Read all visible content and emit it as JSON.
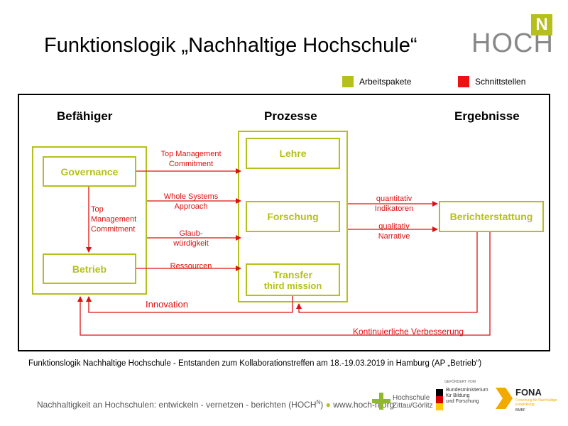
{
  "title": "Funktionslogik „Nachhaltige Hochschule“",
  "logo": {
    "text": "HOCH",
    "superscript": "N"
  },
  "legend": [
    {
      "label": "Arbeitspakete",
      "color": "#b5c01b"
    },
    {
      "label": "Schnittstellen",
      "color": "#ee1111"
    }
  ],
  "columns": {
    "left": "Befähiger",
    "middle": "Prozesse",
    "right": "Ergebnisse"
  },
  "boxes": {
    "governance": "Governance",
    "betrieb": "Betrieb",
    "lehre": "Lehre",
    "forschung": "Forschung",
    "transfer": "Transfer",
    "transfer_sub": "third mission",
    "berichterstattung": "Berichterstattung"
  },
  "links": {
    "top_mgmt_h": [
      "Top Management",
      "Commitment"
    ],
    "top_mgmt_v": [
      "Top",
      "Management",
      "Commitment"
    ],
    "whole_systems": [
      "Whole Systems",
      "Approach"
    ],
    "glaub": [
      "Glaub-",
      "würdigkeit"
    ],
    "ressourcen": "Ressourcen",
    "quantitativ": [
      "quantitativ",
      "Indikatoren"
    ],
    "qualitativ": [
      "qualitativ",
      "Narrative"
    ],
    "innovation": "Innovation",
    "kontinuierlich": "Kontinuierliche Verbesserung"
  },
  "caption": "Funktionslogik Nachhaltige Hochschule - Entstanden zum Kollaborationstreffen am 18.-19.03.2019 in Hamburg (AP „Betrieb“)",
  "footer": {
    "text": "Nachhaltigkeit an Hochschulen: entwickeln - vernetzen - berichten (HOCH",
    "sup": "N",
    "close": ")",
    "url": "www.hoch-n.org"
  },
  "sponsors": {
    "hszg": [
      "Hochschule",
      "Zittau/Görlitz"
    ],
    "gefoerdert": "GEFÖRDERT VOM",
    "bmbf": [
      "Bundesministerium",
      "für Bildung",
      "und Forschung"
    ],
    "fona": "FONA",
    "fona_sub": [
      "Forschung für Nachhaltige",
      "Entwicklung"
    ],
    "bmbf_short": "BMBF"
  }
}
